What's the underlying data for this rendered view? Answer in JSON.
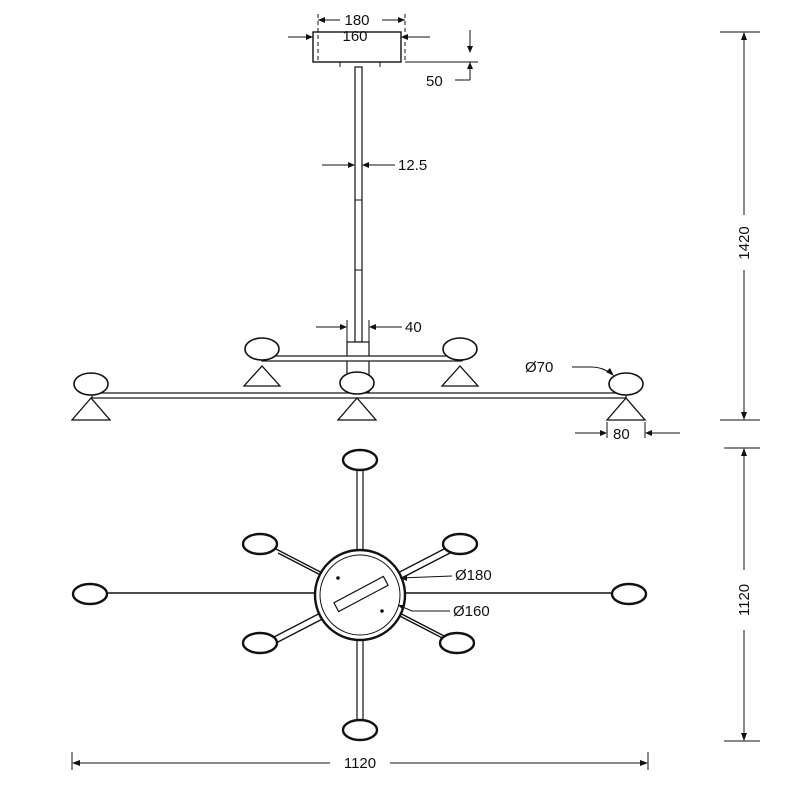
{
  "drawing": {
    "canopy": {
      "outer_width": "180",
      "inner_width": "160",
      "height": "50"
    },
    "rod_diameter": "12.5",
    "hub_width": "40",
    "globe_diameter": "Ø70",
    "shade_width": "80",
    "total_height": "1420",
    "plan": {
      "canopy_outer": "Ø180",
      "canopy_inner": "Ø160",
      "depth": "1120",
      "width": "1120"
    }
  }
}
